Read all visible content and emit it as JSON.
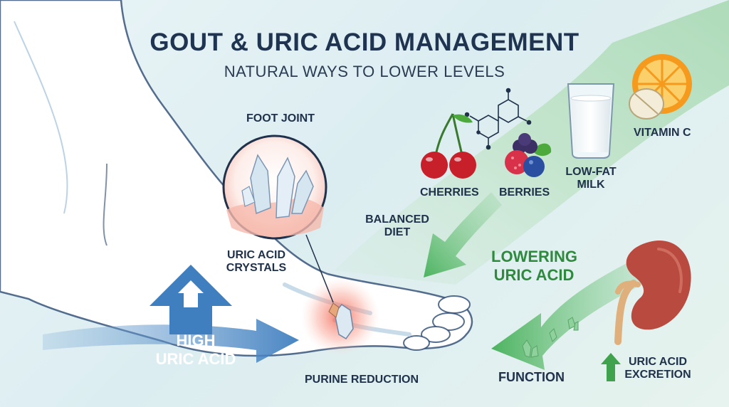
{
  "title": "GOUT & URIC ACID MANAGEMENT",
  "subtitle": "NATURAL WAYS TO LOWER LEVELS",
  "labels": {
    "foot_joint": "FOOT JOINT",
    "uric_acid_crystals": [
      "URIC ACID",
      "CRYSTALS"
    ],
    "high_uric_acid": [
      "HIGH",
      "URIC ACID"
    ],
    "purine_reduction": "PURINE REDUCTION",
    "balanced_diet": [
      "BALANCED",
      "DIET"
    ],
    "cherries": "CHERRIES",
    "berries": "BERRIES",
    "low_fat_milk": [
      "LOW-FAT",
      "MILK"
    ],
    "vitamin_c": "VITAMIN C",
    "lowering_uric_acid": [
      "LOWERING",
      "URIC ACID"
    ],
    "function": "FUNCTION",
    "uric_acid_excretion": [
      "URIC ACID",
      "EXCRETION"
    ]
  },
  "colors": {
    "navy": "#1f3450",
    "high_arrow": "#3f7fbf",
    "lower_arrow": "#4cb35f",
    "inflammation": "#f26a5a",
    "kidney": "#b94a40",
    "cherry": "#c8202a",
    "orange": "#f5a020"
  },
  "icons": [
    "foot-illustration",
    "crystal-magnifier-icon",
    "cherries-icon",
    "berries-icon",
    "molecule-icon",
    "milk-glass-icon",
    "orange-slice-icon",
    "vitamin-c-tablet-icon",
    "kidney-icon",
    "up-arrow-icon"
  ]
}
